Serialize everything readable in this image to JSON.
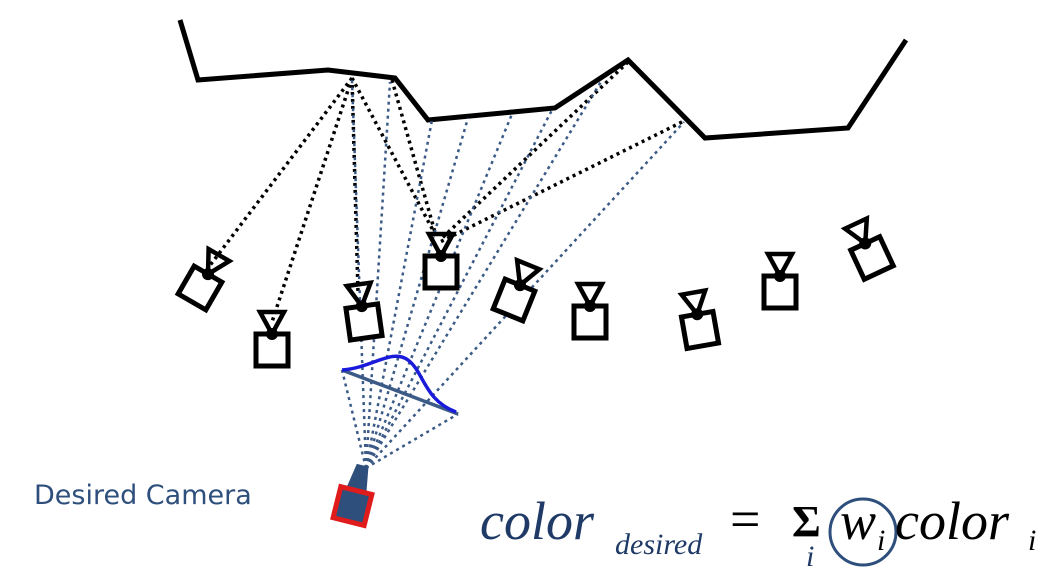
{
  "caption": "Desired Camera",
  "formula": {
    "lhs": "color",
    "lhs_subscript": "desired",
    "equals": "=",
    "sum_symbol": "Σ",
    "sum_index": "i",
    "weight": "w",
    "weight_subscript": "i",
    "rhs": "color",
    "rhs_subscript": "i"
  },
  "colors": {
    "surface": "#000000",
    "rays_from_surface": "#000000",
    "rays_from_desired": "#3b5a86",
    "weight_curve": "#1a1adb",
    "desired_camera_fill": "#2e4f7c",
    "desired_camera_border": "#e01b1b",
    "text": "#2e4f7c"
  },
  "icons": [
    "camera-icon",
    "desired-camera-icon",
    "sum-icon"
  ]
}
